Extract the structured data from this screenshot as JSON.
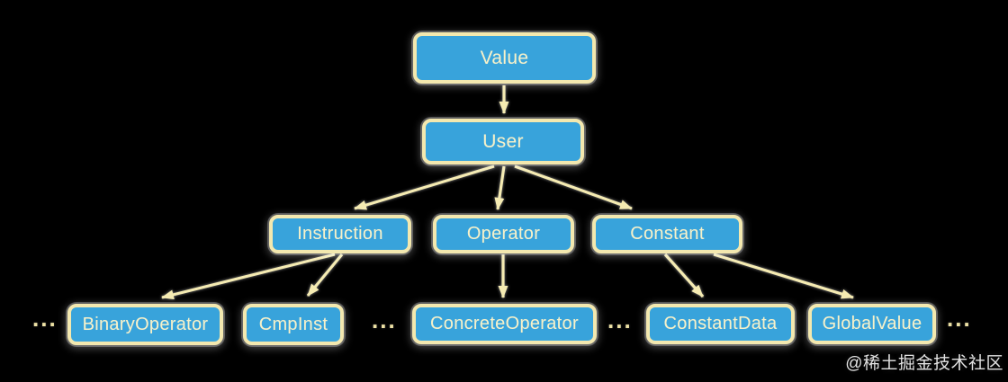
{
  "colors": {
    "background": "#000000",
    "node_fill": "#38a3db",
    "node_border": "#f3e8af",
    "node_text": "#f7f1c9",
    "arrow": "#f5ebb2",
    "watermark_text": "#f5f5f5"
  },
  "nodes": {
    "value": "Value",
    "user": "User",
    "instruction": "Instruction",
    "operator": "Operator",
    "constant": "Constant",
    "binary_operator": "BinaryOperator",
    "cmp_inst": "CmpInst",
    "concrete_operator": "ConcreteOperator",
    "constant_data": "ConstantData",
    "global_value": "GlobalValue"
  },
  "edges": [
    {
      "from": "Value",
      "to": "User"
    },
    {
      "from": "User",
      "to": "Instruction"
    },
    {
      "from": "User",
      "to": "Operator"
    },
    {
      "from": "User",
      "to": "Constant"
    },
    {
      "from": "Instruction",
      "to": "BinaryOperator"
    },
    {
      "from": "Instruction",
      "to": "CmpInst"
    },
    {
      "from": "Operator",
      "to": "ConcreteOperator"
    },
    {
      "from": "Constant",
      "to": "ConstantData"
    },
    {
      "from": "Constant",
      "to": "GlobalValue"
    }
  ],
  "ellipsis": "...",
  "watermark": "@稀土掘金技术社区"
}
